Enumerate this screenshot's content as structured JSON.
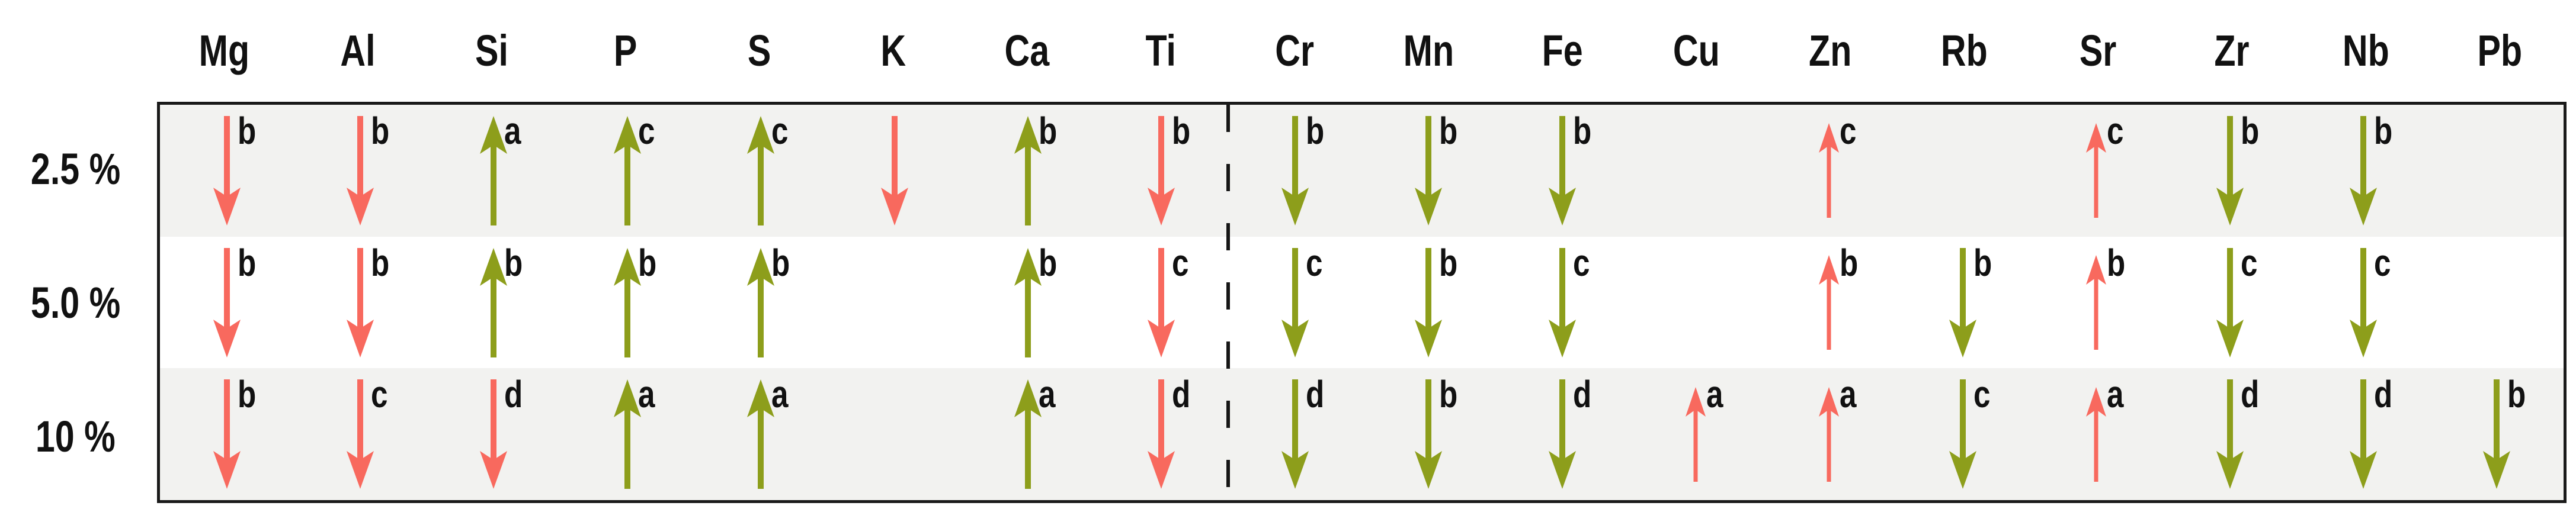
{
  "chart_data": {
    "type": "table",
    "description": "Matrix of up/down change arrows per element at three percentage levels; letters a-d are significance group annotations; dashed line separates major elements (Mg-Ti) from trace elements (Cr-Pb).",
    "columns": [
      "Mg",
      "Al",
      "Si",
      "P",
      "S",
      "K",
      "Ca",
      "Ti",
      "Cr",
      "Mn",
      "Fe",
      "Cu",
      "Zn",
      "Rb",
      "Sr",
      "Zr",
      "Nb",
      "Pb"
    ],
    "group_separator_after_column": "Ti",
    "row_labels": [
      "2.5 %",
      "5.0 %",
      "10 %"
    ],
    "colors": {
      "red": "#F8695E",
      "green": "#8D9E1B",
      "stripe_gray": "#F2F2F0",
      "frame_black": "#1A1A1A"
    },
    "legend_position": "none",
    "grid": "off",
    "rows": [
      {
        "label": "2.5 %",
        "stripe": "gray",
        "cells": [
          {
            "element": "Mg",
            "direction": "down",
            "color": "red",
            "letter": "b",
            "size": "large"
          },
          {
            "element": "Al",
            "direction": "down",
            "color": "red",
            "letter": "b",
            "size": "large"
          },
          {
            "element": "Si",
            "direction": "up",
            "color": "green",
            "letter": "a",
            "size": "large"
          },
          {
            "element": "P",
            "direction": "up",
            "color": "green",
            "letter": "c",
            "size": "large"
          },
          {
            "element": "S",
            "direction": "up",
            "color": "green",
            "letter": "c",
            "size": "large"
          },
          {
            "element": "K",
            "direction": "down",
            "color": "red",
            "letter": "",
            "size": "large"
          },
          {
            "element": "Ca",
            "direction": "up",
            "color": "green",
            "letter": "b",
            "size": "large"
          },
          {
            "element": "Ti",
            "direction": "down",
            "color": "red",
            "letter": "b",
            "size": "large"
          },
          {
            "element": "Cr",
            "direction": "down",
            "color": "green",
            "letter": "b",
            "size": "large"
          },
          {
            "element": "Mn",
            "direction": "down",
            "color": "green",
            "letter": "b",
            "size": "large"
          },
          {
            "element": "Fe",
            "direction": "down",
            "color": "green",
            "letter": "b",
            "size": "large"
          },
          null,
          {
            "element": "Zn",
            "direction": "up",
            "color": "red",
            "letter": "c",
            "size": "small"
          },
          null,
          {
            "element": "Sr",
            "direction": "up",
            "color": "red",
            "letter": "c",
            "size": "small"
          },
          {
            "element": "Zr",
            "direction": "down",
            "color": "green",
            "letter": "b",
            "size": "large"
          },
          {
            "element": "Nb",
            "direction": "down",
            "color": "green",
            "letter": "b",
            "size": "large"
          },
          null
        ]
      },
      {
        "label": "5.0 %",
        "stripe": "white",
        "cells": [
          {
            "element": "Mg",
            "direction": "down",
            "color": "red",
            "letter": "b",
            "size": "large"
          },
          {
            "element": "Al",
            "direction": "down",
            "color": "red",
            "letter": "b",
            "size": "large"
          },
          {
            "element": "Si",
            "direction": "up",
            "color": "green",
            "letter": "b",
            "size": "large"
          },
          {
            "element": "P",
            "direction": "up",
            "color": "green",
            "letter": "b",
            "size": "large"
          },
          {
            "element": "S",
            "direction": "up",
            "color": "green",
            "letter": "b",
            "size": "large"
          },
          null,
          {
            "element": "Ca",
            "direction": "up",
            "color": "green",
            "letter": "b",
            "size": "large"
          },
          {
            "element": "Ti",
            "direction": "down",
            "color": "red",
            "letter": "c",
            "size": "large"
          },
          {
            "element": "Cr",
            "direction": "down",
            "color": "green",
            "letter": "c",
            "size": "large"
          },
          {
            "element": "Mn",
            "direction": "down",
            "color": "green",
            "letter": "b",
            "size": "large"
          },
          {
            "element": "Fe",
            "direction": "down",
            "color": "green",
            "letter": "c",
            "size": "large"
          },
          null,
          {
            "element": "Zn",
            "direction": "up",
            "color": "red",
            "letter": "b",
            "size": "small"
          },
          {
            "element": "Rb",
            "direction": "down",
            "color": "green",
            "letter": "b",
            "size": "large"
          },
          {
            "element": "Sr",
            "direction": "up",
            "color": "red",
            "letter": "b",
            "size": "small"
          },
          {
            "element": "Zr",
            "direction": "down",
            "color": "green",
            "letter": "c",
            "size": "large"
          },
          {
            "element": "Nb",
            "direction": "down",
            "color": "green",
            "letter": "c",
            "size": "large"
          },
          null
        ]
      },
      {
        "label": "10 %",
        "stripe": "gray",
        "cells": [
          {
            "element": "Mg",
            "direction": "down",
            "color": "red",
            "letter": "b",
            "size": "large"
          },
          {
            "element": "Al",
            "direction": "down",
            "color": "red",
            "letter": "c",
            "size": "large"
          },
          {
            "element": "Si",
            "direction": "down",
            "color": "red",
            "letter": "d",
            "size": "large"
          },
          {
            "element": "P",
            "direction": "up",
            "color": "green",
            "letter": "a",
            "size": "large"
          },
          {
            "element": "S",
            "direction": "up",
            "color": "green",
            "letter": "a",
            "size": "large"
          },
          null,
          {
            "element": "Ca",
            "direction": "up",
            "color": "green",
            "letter": "a",
            "size": "large"
          },
          {
            "element": "Ti",
            "direction": "down",
            "color": "red",
            "letter": "d",
            "size": "large"
          },
          {
            "element": "Cr",
            "direction": "down",
            "color": "green",
            "letter": "d",
            "size": "large"
          },
          {
            "element": "Mn",
            "direction": "down",
            "color": "green",
            "letter": "b",
            "size": "large"
          },
          {
            "element": "Fe",
            "direction": "down",
            "color": "green",
            "letter": "d",
            "size": "large"
          },
          {
            "element": "Cu",
            "direction": "up",
            "color": "red",
            "letter": "a",
            "size": "small"
          },
          {
            "element": "Zn",
            "direction": "up",
            "color": "red",
            "letter": "a",
            "size": "small"
          },
          {
            "element": "Rb",
            "direction": "down",
            "color": "green",
            "letter": "c",
            "size": "large"
          },
          {
            "element": "Sr",
            "direction": "up",
            "color": "red",
            "letter": "a",
            "size": "small"
          },
          {
            "element": "Zr",
            "direction": "down",
            "color": "green",
            "letter": "d",
            "size": "large"
          },
          {
            "element": "Nb",
            "direction": "down",
            "color": "green",
            "letter": "d",
            "size": "large"
          },
          {
            "element": "Pb",
            "direction": "down",
            "color": "green",
            "letter": "b",
            "size": "large"
          }
        ]
      }
    ]
  }
}
